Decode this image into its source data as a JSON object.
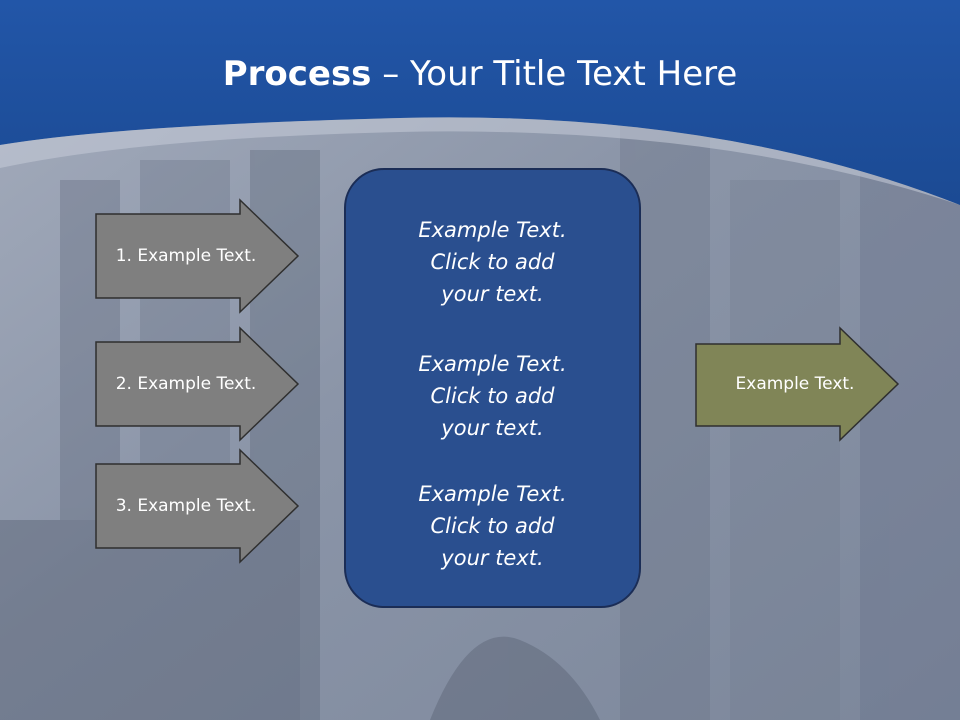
{
  "title": {
    "bold": "Process",
    "rest": " – Your Title Text Here"
  },
  "left_arrows": [
    {
      "label": "1. Example Text."
    },
    {
      "label": "2. Example Text."
    },
    {
      "label": "3. Example Text."
    }
  ],
  "center_box": {
    "paragraphs": [
      {
        "l1": "Example Text.",
        "l2": "Click  to add",
        "l3": "your text."
      },
      {
        "l1": "Example Text.",
        "l2": "Click  to add",
        "l3": "your text."
      },
      {
        "l1": "Example Text.",
        "l2": "Click  to add",
        "l3": "your text."
      }
    ]
  },
  "output_arrow": {
    "label": "Example Text."
  },
  "colors": {
    "header_blue": "#1f4f9c",
    "box_blue": "#2a4f8f",
    "arrow_gray": "#7f7f7f",
    "arrow_olive": "#808557"
  }
}
